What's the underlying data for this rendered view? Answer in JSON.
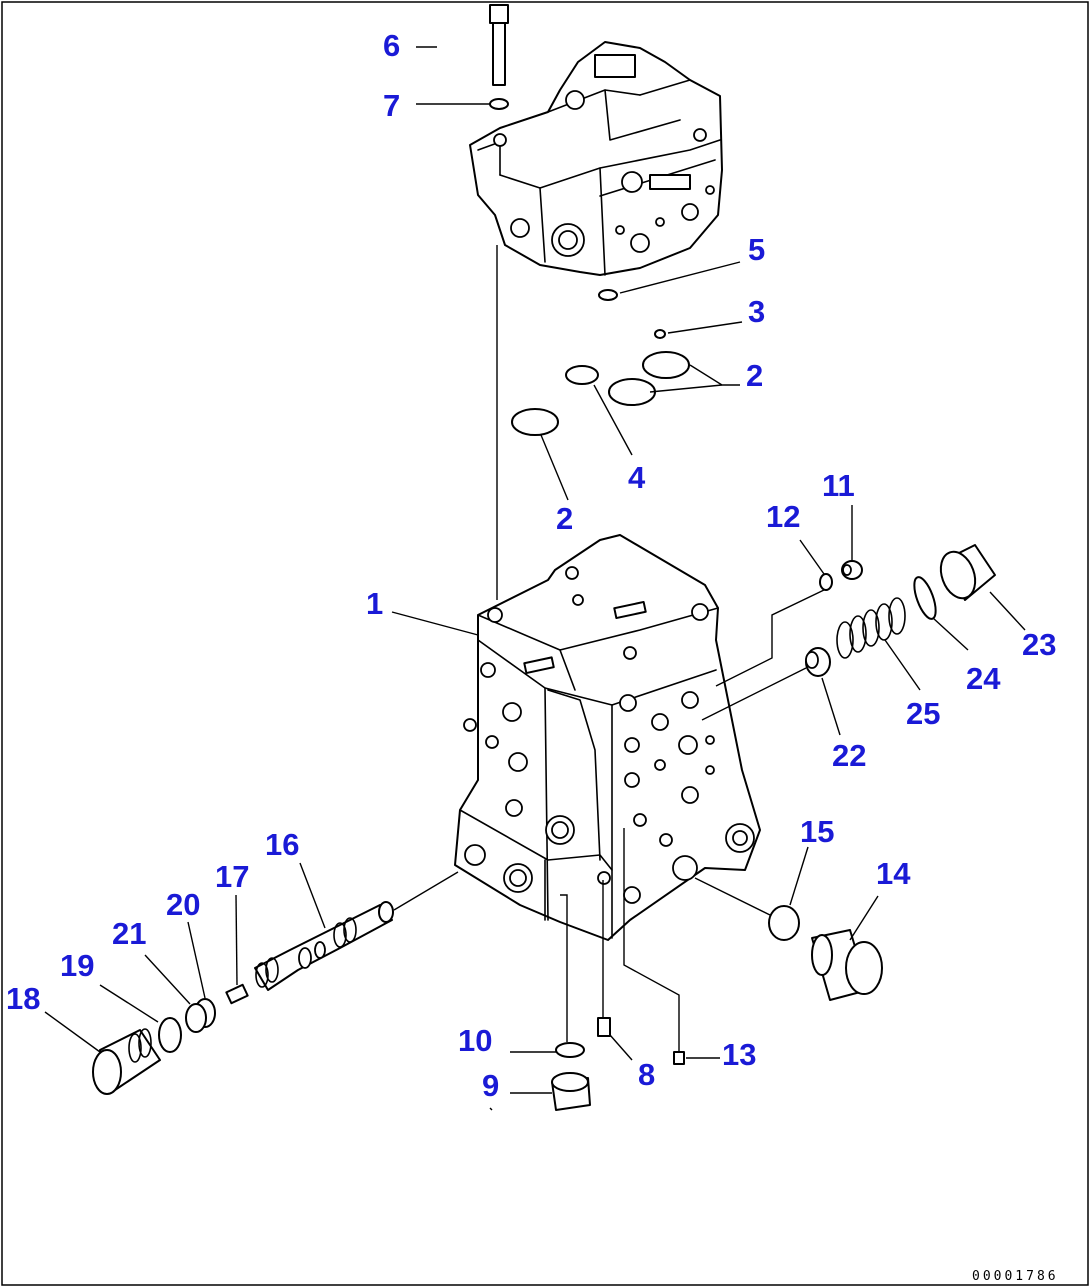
{
  "diagram": {
    "callouts": {
      "c1": "1",
      "c2a": "2",
      "c2b": "2",
      "c3": "3",
      "c4": "4",
      "c5": "5",
      "c6": "6",
      "c7": "7",
      "c8": "8",
      "c9": "9",
      "c10": "10",
      "c11": "11",
      "c12": "12",
      "c13": "13",
      "c14": "14",
      "c15": "15",
      "c16": "16",
      "c17": "17",
      "c18": "18",
      "c19": "19",
      "c20": "20",
      "c21": "21",
      "c22": "22",
      "c23": "23",
      "c24": "24",
      "c25": "25"
    },
    "document_number": "00001786",
    "callout_color": "#1a1ad6"
  }
}
